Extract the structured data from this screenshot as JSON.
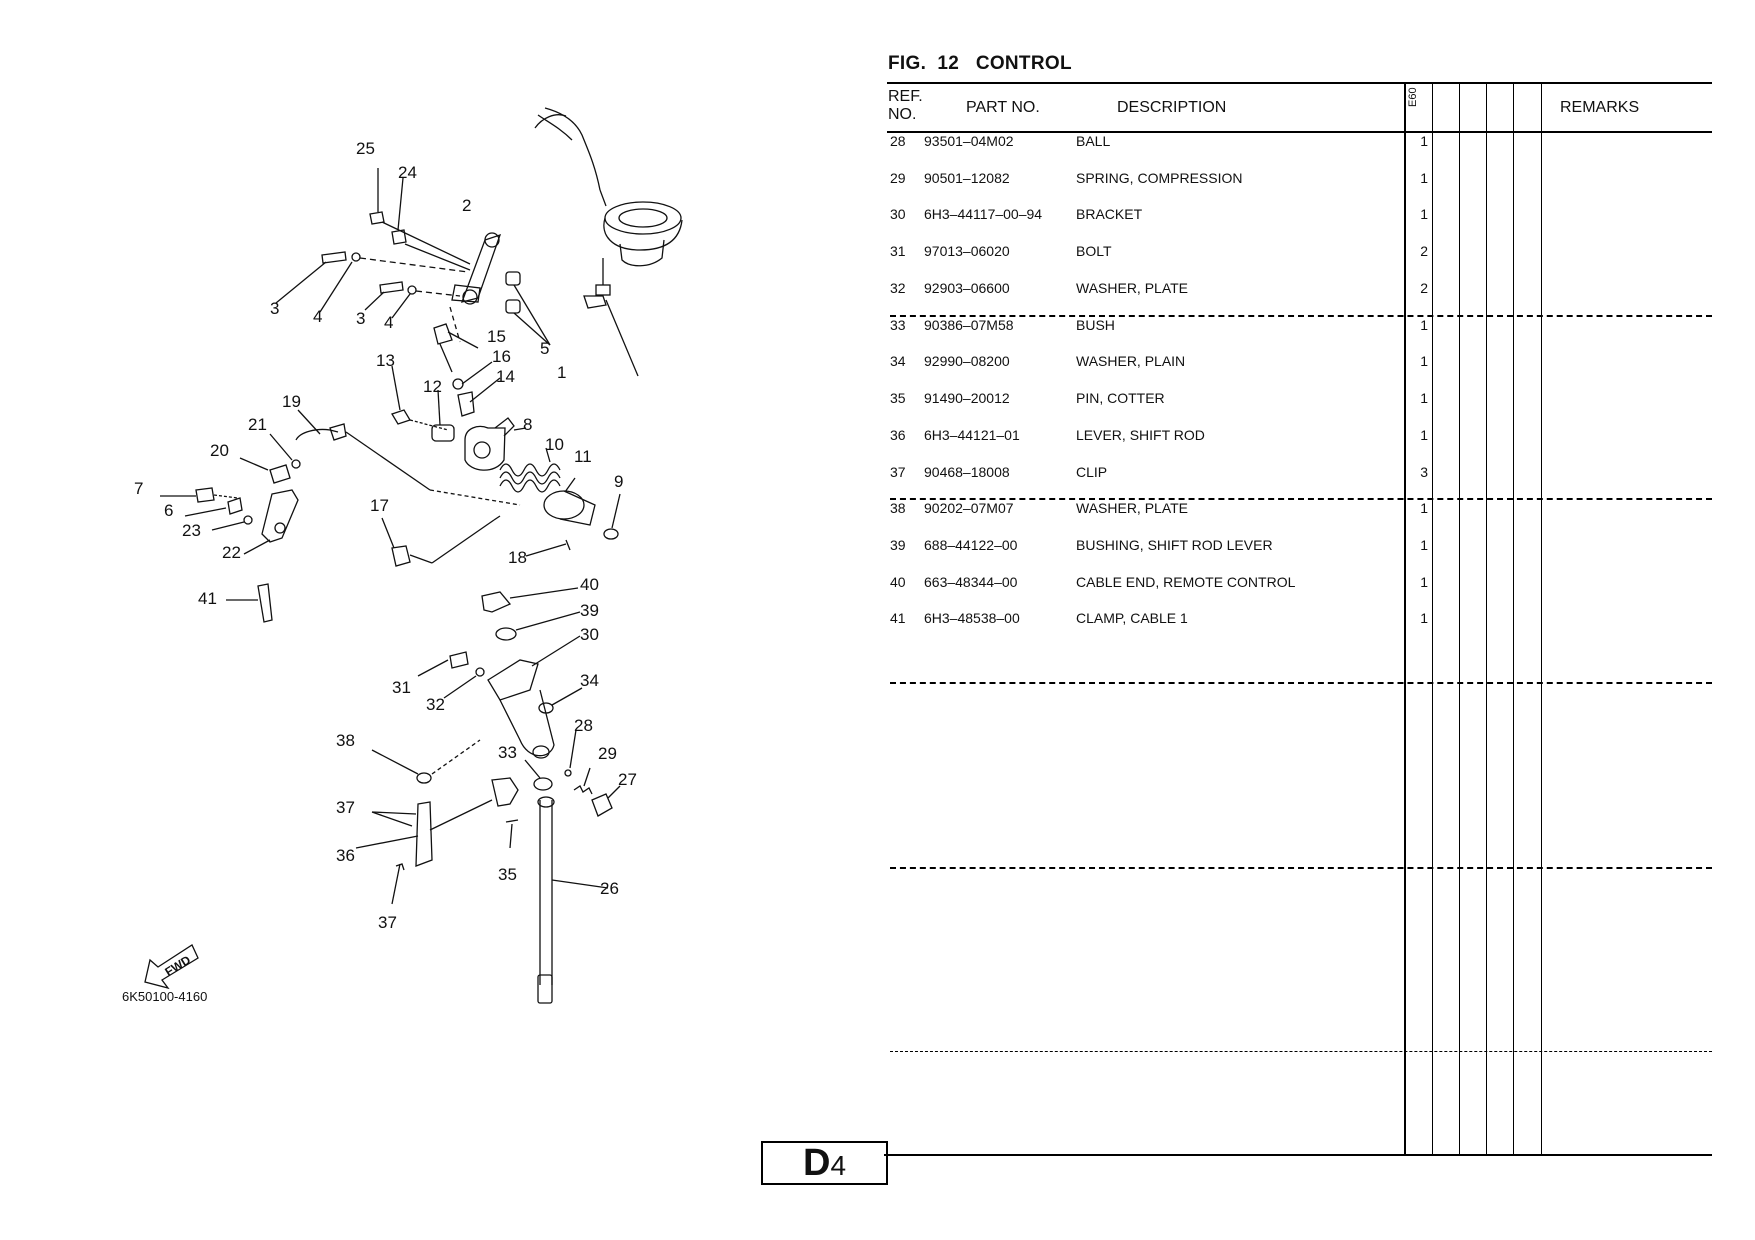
{
  "figure": {
    "number": "FIG.",
    "num_value": "12",
    "name": "CONTROL"
  },
  "table": {
    "headers": {
      "ref_line1": "REF.",
      "ref_line2": "NO.",
      "part_no": "PART NO.",
      "description": "DESCRIPTION",
      "model_code": "E60",
      "remarks": "REMARKS"
    },
    "rows": [
      {
        "ref": "28",
        "part": "93501–04M02",
        "desc": "BALL",
        "qty": "1"
      },
      {
        "ref": "29",
        "part": "90501–12082",
        "desc": "SPRING, COMPRESSION",
        "qty": "1"
      },
      {
        "ref": "30",
        "part": "6H3–44117–00–94",
        "desc": "BRACKET",
        "qty": "1"
      },
      {
        "ref": "31",
        "part": "97013–06020",
        "desc": "BOLT",
        "qty": "2"
      },
      {
        "ref": "32",
        "part": "92903–06600",
        "desc": "WASHER, PLATE",
        "qty": "2"
      },
      {
        "ref": "33",
        "part": "90386–07M58",
        "desc": "BUSH",
        "qty": "1"
      },
      {
        "ref": "34",
        "part": "92990–08200",
        "desc": "WASHER, PLAIN",
        "qty": "1"
      },
      {
        "ref": "35",
        "part": "91490–20012",
        "desc": "PIN, COTTER",
        "qty": "1"
      },
      {
        "ref": "36",
        "part": "6H3–44121–01",
        "desc": "LEVER, SHIFT ROD",
        "qty": "1"
      },
      {
        "ref": "37",
        "part": "90468–18008",
        "desc": "CLIP",
        "qty": "3"
      },
      {
        "ref": "38",
        "part": "90202–07M07",
        "desc": "WASHER, PLATE",
        "qty": "1"
      },
      {
        "ref": "39",
        "part": "688–44122–00",
        "desc": "BUSHING, SHIFT ROD LEVER",
        "qty": "1"
      },
      {
        "ref": "40",
        "part": "663–48344–00",
        "desc": "CABLE END, REMOTE CONTROL",
        "qty": "1"
      },
      {
        "ref": "41",
        "part": "6H3–48538–00",
        "desc": "CLAMP, CABLE 1",
        "qty": "1"
      }
    ]
  },
  "diagram": {
    "code": "6K50100-4160",
    "fwd_label": "FWD",
    "callouts": [
      "1",
      "2",
      "3",
      "4",
      "3",
      "4",
      "5",
      "6",
      "7",
      "8",
      "9",
      "10",
      "11",
      "12",
      "13",
      "14",
      "15",
      "16",
      "17",
      "18",
      "19",
      "20",
      "21",
      "22",
      "23",
      "24",
      "25",
      "26",
      "27",
      "28",
      "29",
      "30",
      "31",
      "32",
      "33",
      "34",
      "35",
      "36",
      "37",
      "37",
      "38",
      "39",
      "40",
      "41"
    ]
  },
  "page": {
    "letter": "D",
    "number": "4"
  }
}
